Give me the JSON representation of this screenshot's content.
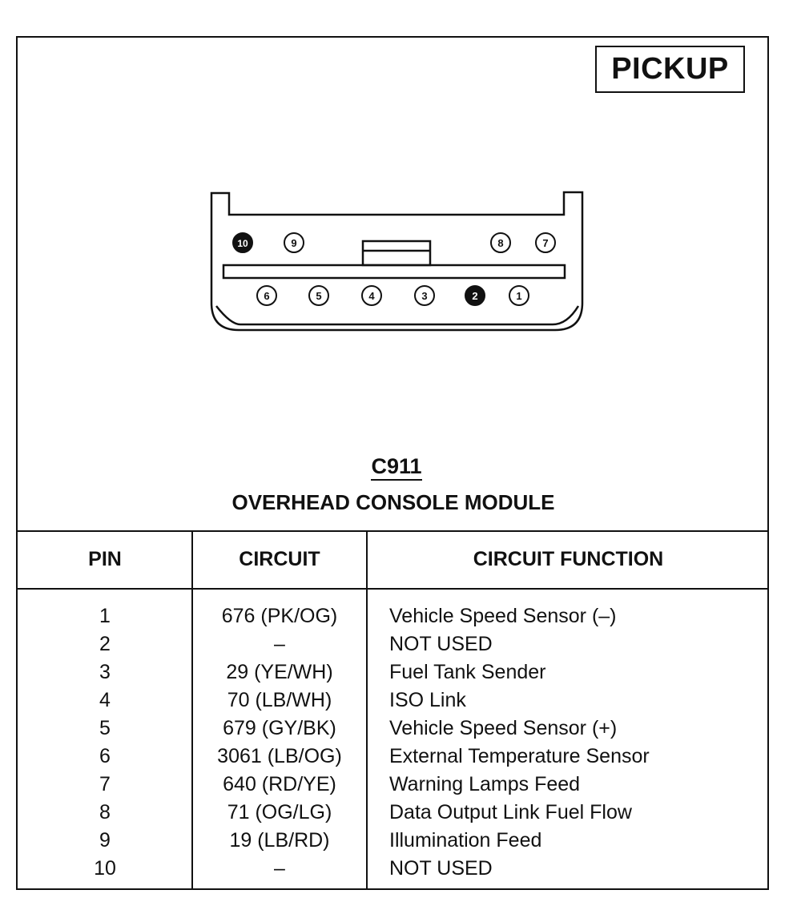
{
  "vehicle_label": "PICKUP",
  "connector": {
    "id": "C911",
    "name": "OVERHEAD CONSOLE MODULE",
    "top_row_pins": [
      "10",
      "9",
      "8",
      "7"
    ],
    "bottom_row_pins": [
      "6",
      "5",
      "4",
      "3",
      "2",
      "1"
    ],
    "filled_pins": [
      "10",
      "2"
    ]
  },
  "table": {
    "headers": {
      "pin": "PIN",
      "circuit": "CIRCUIT",
      "function": "CIRCUIT FUNCTION"
    },
    "rows": [
      {
        "pin": "1",
        "circuit": "676 (PK/OG)",
        "function": "Vehicle Speed Sensor (–)"
      },
      {
        "pin": "2",
        "circuit": "–",
        "function": "NOT USED"
      },
      {
        "pin": "3",
        "circuit": "29 (YE/WH)",
        "function": "Fuel Tank Sender"
      },
      {
        "pin": "4",
        "circuit": "70 (LB/WH)",
        "function": "ISO Link"
      },
      {
        "pin": "5",
        "circuit": "679 (GY/BK)",
        "function": "Vehicle Speed Sensor (+)"
      },
      {
        "pin": "6",
        "circuit": "3061 (LB/OG)",
        "function": "External Temperature Sensor"
      },
      {
        "pin": "7",
        "circuit": "640 (RD/YE)",
        "function": "Warning Lamps Feed"
      },
      {
        "pin": "8",
        "circuit": "71 (OG/LG)",
        "function": "Data Output Link Fuel Flow"
      },
      {
        "pin": "9",
        "circuit": "19 (LB/RD)",
        "function": "Illumination Feed"
      },
      {
        "pin": "10",
        "circuit": "–",
        "function": "NOT USED"
      }
    ]
  }
}
